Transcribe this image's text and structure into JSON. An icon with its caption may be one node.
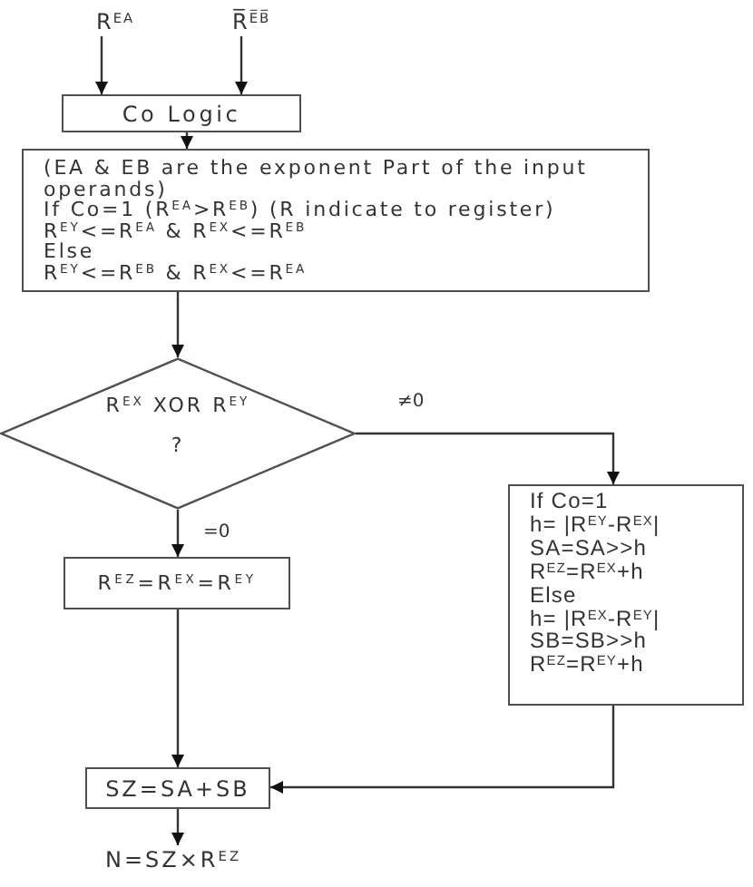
{
  "diagram": {
    "nodes": [
      {
        "text": [
          "R$^{EA}$"
        ]
      },
      {
        "text": [
          "R̅$^{E̅B̅}$"
        ]
      },
      {
        "text": [
          "Co Logic"
        ]
      },
      {
        "text": [
          "(EA & EB are the exponent Part of the input operands)",
          "If Co=1 (R$^{EA}$>R$^{EB}$) (R indicate to register)",
          "R$^{EY}$<=R$^{EA}$ & R$^{EX}$<=R$^{EB}$",
          "Else",
          "R$^{EY}$<=R$^{EB}$ & R$^{EX}$<=R$^{EA}$"
        ]
      },
      {
        "text": [
          "R$^{EX}$ XOR R$^{EY}$",
          "?"
        ]
      },
      {
        "text": [
          "If Co=1",
          "h= |R$^{EY}$-R$^{EX}$|",
          "SA=SA>>h",
          "R$^{EZ}$=R$^{EX}$+h",
          "Else",
          "h= |R$^{EX}$-R$^{EY}$|",
          "SB=SB>>h",
          "R$^{EZ}$=R$^{EY}$+h"
        ]
      },
      {
        "text": [
          "R$^{EZ}$=R$^{EX}$=R$^{EY}$"
        ]
      },
      {
        "text": [
          "SZ=SA+SB"
        ]
      },
      {
        "text": [
          "N=SZ×R$^{EZ}$"
        ]
      }
    ],
    "edges": [
      {
        "from": 0,
        "to": 2,
        "arrow": "to"
      },
      {
        "from": 1,
        "to": 2,
        "arrow": "to"
      },
      {
        "from": 2,
        "to": 3,
        "arrow": "to"
      },
      {
        "from": 3,
        "to": 4,
        "arrow": "to"
      },
      {
        "from": 4,
        "to": 5,
        "arrow": "to",
        "label": "≠0"
      },
      {
        "from": 4,
        "to": 6,
        "arrow": "to",
        "label": "=0"
      },
      {
        "from": 6,
        "to": 7,
        "arrow": "to"
      },
      {
        "from": 5,
        "to": 7,
        "arrow": "to"
      },
      {
        "from": 7,
        "to": 8,
        "arrow": "to"
      }
    ]
  }
}
